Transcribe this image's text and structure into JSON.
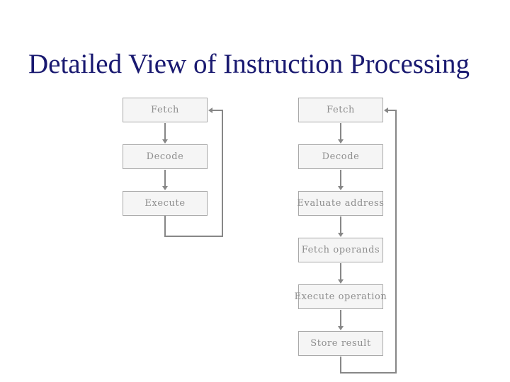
{
  "title": "Detailed View of Instruction Processing",
  "colors": {
    "background": "#ffffff",
    "title_color": "#191970",
    "box_fill": "#f5f5f5",
    "box_border": "#a9a9a9",
    "box_text": "#8e8e8e",
    "connector": "#878787"
  },
  "diagrams": {
    "basic_cycle": {
      "steps": [
        {
          "label": "Fetch"
        },
        {
          "label": "Decode"
        },
        {
          "label": "Execute"
        }
      ],
      "loop": "loop-back-to-fetch"
    },
    "detailed_cycle": {
      "steps": [
        {
          "label": "Fetch"
        },
        {
          "label": "Decode"
        },
        {
          "label": "Evaluate address"
        },
        {
          "label": "Fetch operands"
        },
        {
          "label": "Execute operation"
        },
        {
          "label": "Store result"
        }
      ],
      "loop": "loop-back-to-fetch"
    }
  }
}
